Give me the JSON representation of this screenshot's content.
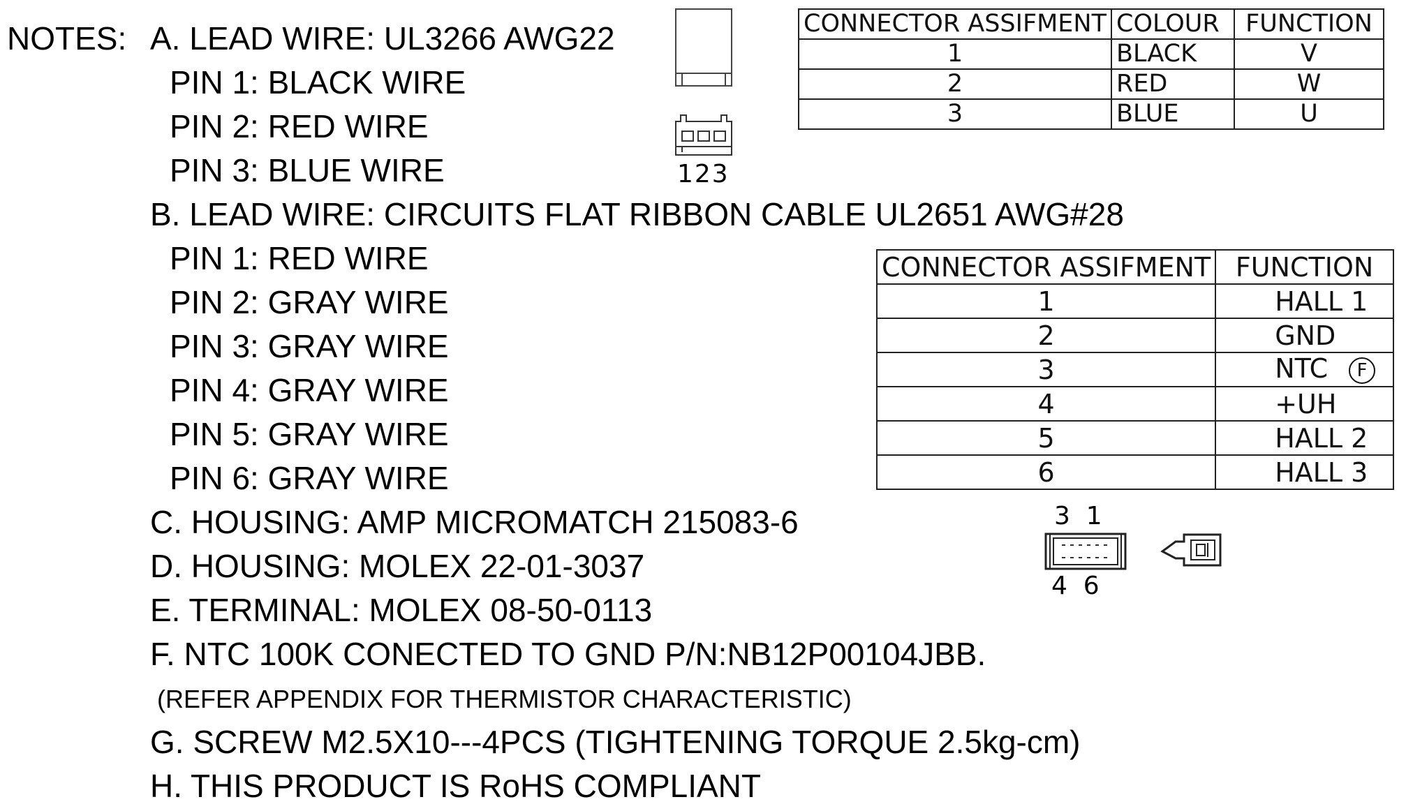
{
  "notes": {
    "prefix": "NOTES:",
    "lines": [
      "A. LEAD WIRE: UL3266 AWG22",
      "PIN 1: BLACK WIRE",
      "PIN 2: RED WIRE",
      "PIN 3: BLUE WIRE",
      "B. LEAD WIRE: CIRCUITS FLAT RIBBON CABLE UL2651 AWG#28",
      "PIN 1: RED WIRE",
      "PIN 2: GRAY WIRE",
      "PIN 3: GRAY WIRE",
      "PIN 4: GRAY WIRE",
      "PIN 5: GRAY WIRE",
      "PIN 6: GRAY WIRE",
      "C. HOUSING: AMP MICROMATCH  215083-6",
      "D. HOUSING: MOLEX 22-01-3037",
      "E. TERMINAL: MOLEX 08-50-0113",
      "F. NTC 100K  CONECTED TO GND P/N:NB12P00104JBB.",
      "(REFER APPENDIX FOR THERMISTOR CHARACTERISTIC)",
      "G. SCREW M2.5X10---4PCS (TIGHTENING TORQUE 2.5kg-cm)",
      "H. THIS PRODUCT IS RoHS COMPLIANT"
    ]
  },
  "table1": {
    "headers": [
      "CONNECTOR ASSIFMENT",
      "COLOUR",
      "FUNCTION"
    ],
    "rows": [
      [
        "1",
        "BLACK",
        "V"
      ],
      [
        "2",
        "RED",
        "W"
      ],
      [
        "3",
        "BLUE",
        "U"
      ]
    ]
  },
  "table2": {
    "headers": [
      "CONNECTOR ASSIFMENT",
      "FUNCTION"
    ],
    "rows": [
      [
        "1",
        "HALL 1"
      ],
      [
        "2",
        "GND"
      ],
      [
        "3",
        "NTC"
      ],
      [
        "4",
        "+UH"
      ],
      [
        "5",
        "HALL 2"
      ],
      [
        "6",
        "HALL 3"
      ]
    ],
    "ntc_mark": "F"
  },
  "connector_3pin": {
    "pin_label": "123"
  },
  "connector_6pin": {
    "top_label": "3  1",
    "bottom_label": "4  6"
  },
  "colors": {
    "ink": "#000000",
    "background": "#ffffff"
  }
}
